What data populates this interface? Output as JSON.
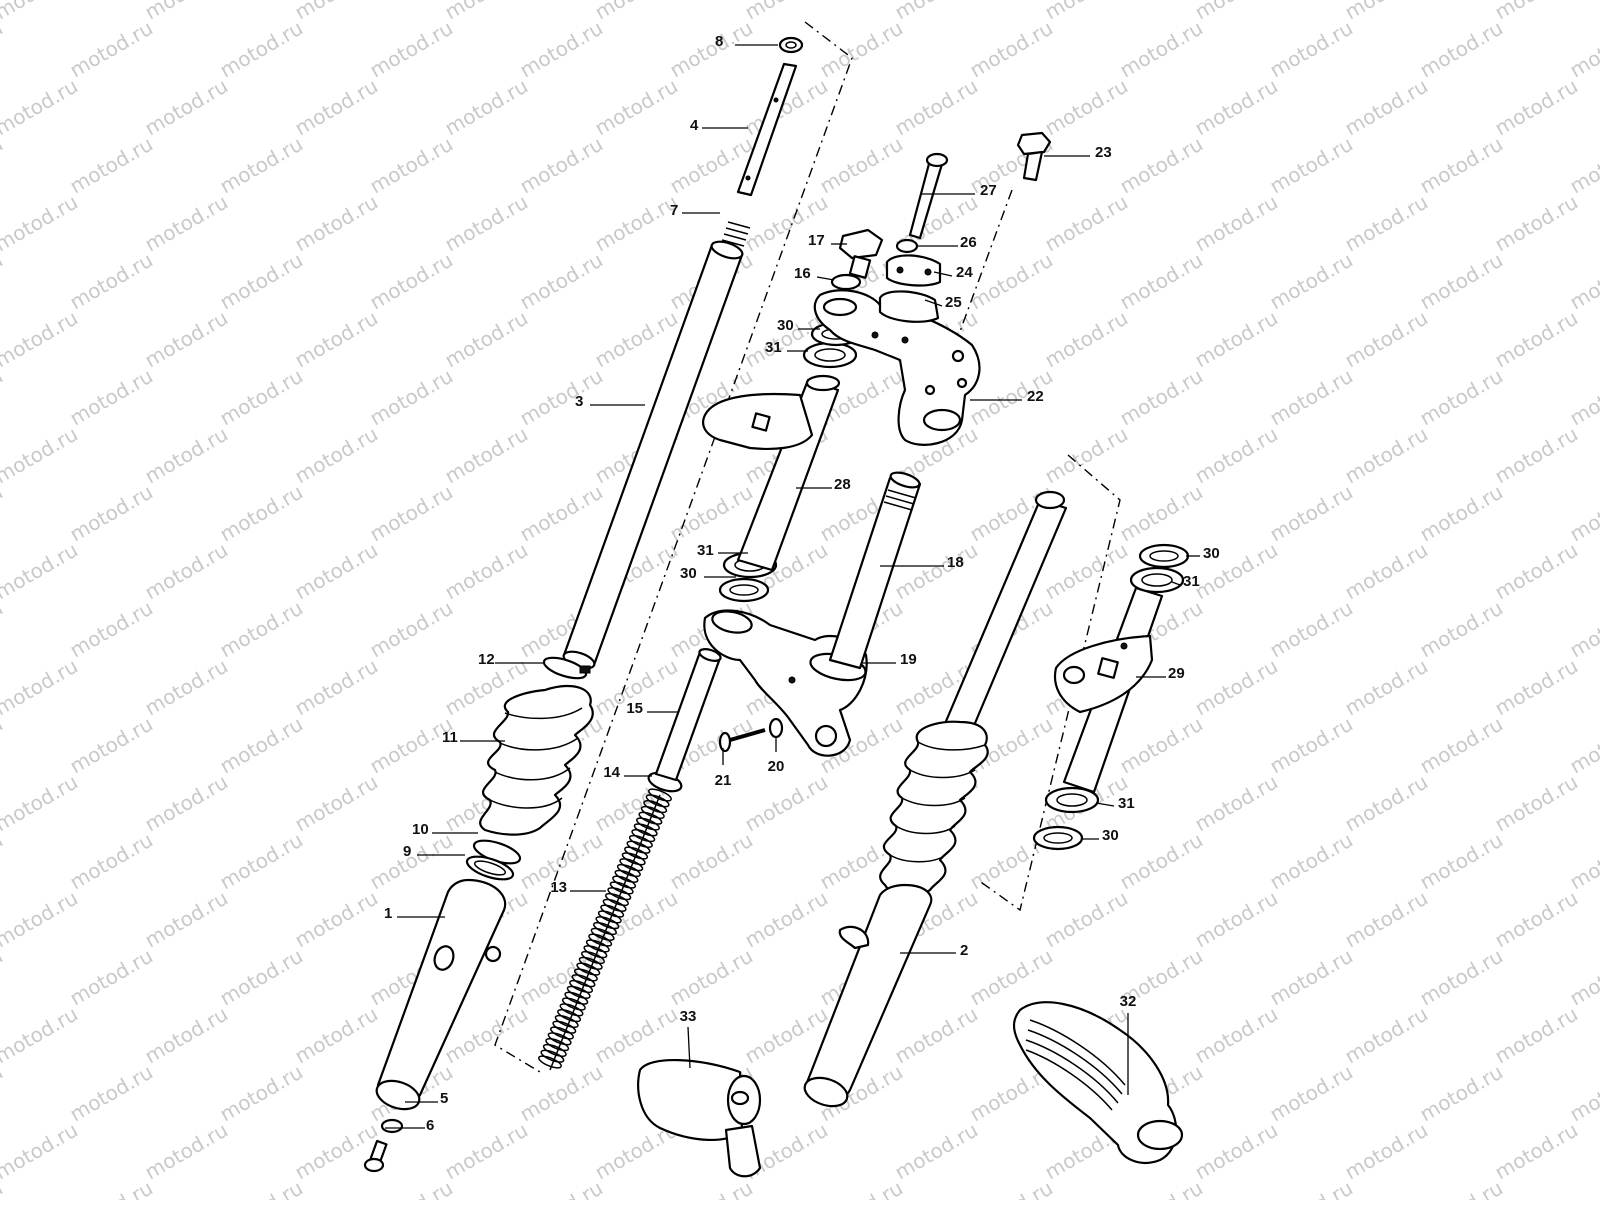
{
  "watermark": {
    "text": "motod.ru",
    "color": "#c9c9c9"
  },
  "diagram": {
    "type": "exploded-parts-diagram",
    "subject": "front fork assembly",
    "callouts": [
      {
        "id": "c1",
        "label": "1"
      },
      {
        "id": "c2",
        "label": "2"
      },
      {
        "id": "c3",
        "label": "3"
      },
      {
        "id": "c4",
        "label": "4"
      },
      {
        "id": "c5",
        "label": "5"
      },
      {
        "id": "c6",
        "label": "6"
      },
      {
        "id": "c7",
        "label": "7"
      },
      {
        "id": "c8",
        "label": "8"
      },
      {
        "id": "c9",
        "label": "9"
      },
      {
        "id": "c10",
        "label": "10"
      },
      {
        "id": "c11",
        "label": "11"
      },
      {
        "id": "c12",
        "label": "12"
      },
      {
        "id": "c13",
        "label": "13"
      },
      {
        "id": "c14",
        "label": "14"
      },
      {
        "id": "c15",
        "label": "15"
      },
      {
        "id": "c16",
        "label": "16"
      },
      {
        "id": "c17",
        "label": "17"
      },
      {
        "id": "c18",
        "label": "18"
      },
      {
        "id": "c19",
        "label": "19"
      },
      {
        "id": "c20",
        "label": "20"
      },
      {
        "id": "c21",
        "label": "21"
      },
      {
        "id": "c22",
        "label": "22"
      },
      {
        "id": "c23",
        "label": "23"
      },
      {
        "id": "c24",
        "label": "24"
      },
      {
        "id": "c25",
        "label": "25"
      },
      {
        "id": "c26",
        "label": "26"
      },
      {
        "id": "c27",
        "label": "27"
      },
      {
        "id": "c28",
        "label": "28"
      },
      {
        "id": "c29",
        "label": "29"
      },
      {
        "id": "c30a",
        "label": "30"
      },
      {
        "id": "c30b",
        "label": "30"
      },
      {
        "id": "c30c",
        "label": "30"
      },
      {
        "id": "c30d",
        "label": "30"
      },
      {
        "id": "c31a",
        "label": "31"
      },
      {
        "id": "c31b",
        "label": "31"
      },
      {
        "id": "c31c",
        "label": "31"
      },
      {
        "id": "c31d",
        "label": "31"
      },
      {
        "id": "c32",
        "label": "32"
      },
      {
        "id": "c33",
        "label": "33"
      }
    ]
  }
}
